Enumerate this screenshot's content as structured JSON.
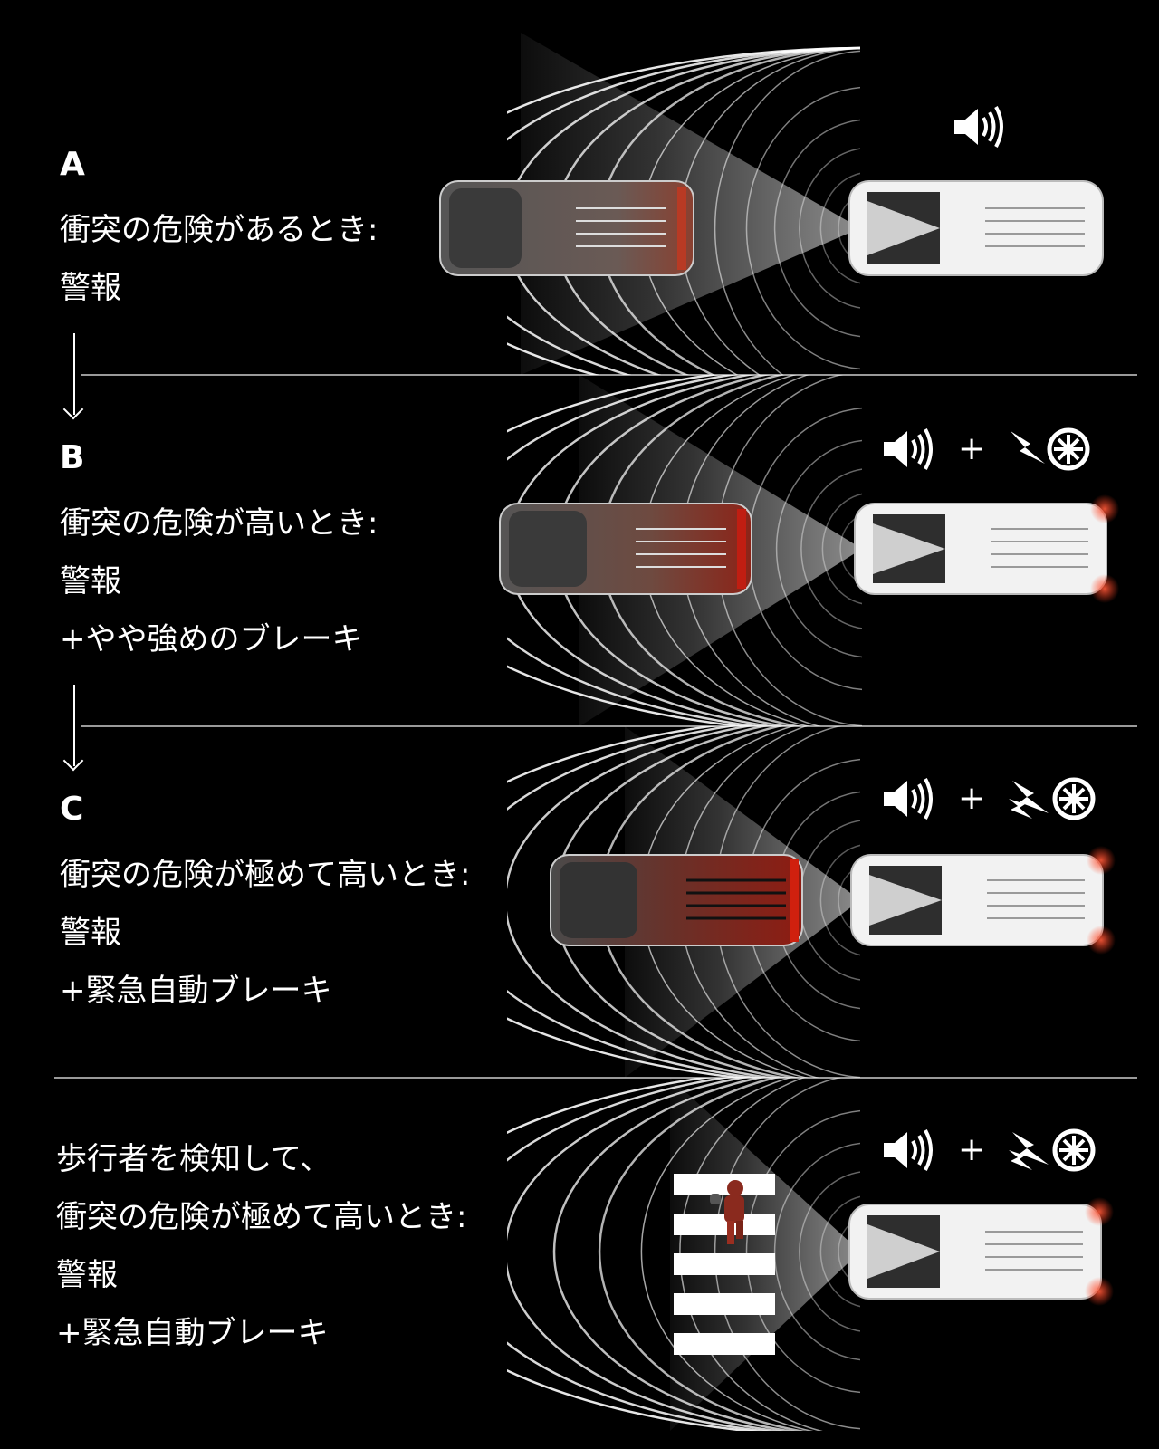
{
  "panels": [
    {
      "letter": "A",
      "lines": [
        "衝突の危険があるとき:",
        "警報"
      ]
    },
    {
      "letter": "B",
      "lines": [
        "衝突の危険が高いとき:",
        "警報",
        "+やや強めのブレーキ"
      ]
    },
    {
      "letter": "C",
      "lines": [
        "衝突の危険が極めて高いとき:",
        "警報",
        "+緊急自動ブレーキ"
      ]
    },
    {
      "letter": "",
      "lines": [
        "歩行者を検知して、",
        "衝突の危険が極めて高いとき:",
        "警報",
        "+緊急自動ブレーキ"
      ]
    }
  ],
  "icons": {
    "plus": "+",
    "alarm": "speaker-icon",
    "brake": "brake-icon"
  },
  "colors": {
    "background": "#000000",
    "brake_light": "#c8331e",
    "lead_car_red": "#7a1e14",
    "foreground": "#ffffff"
  }
}
